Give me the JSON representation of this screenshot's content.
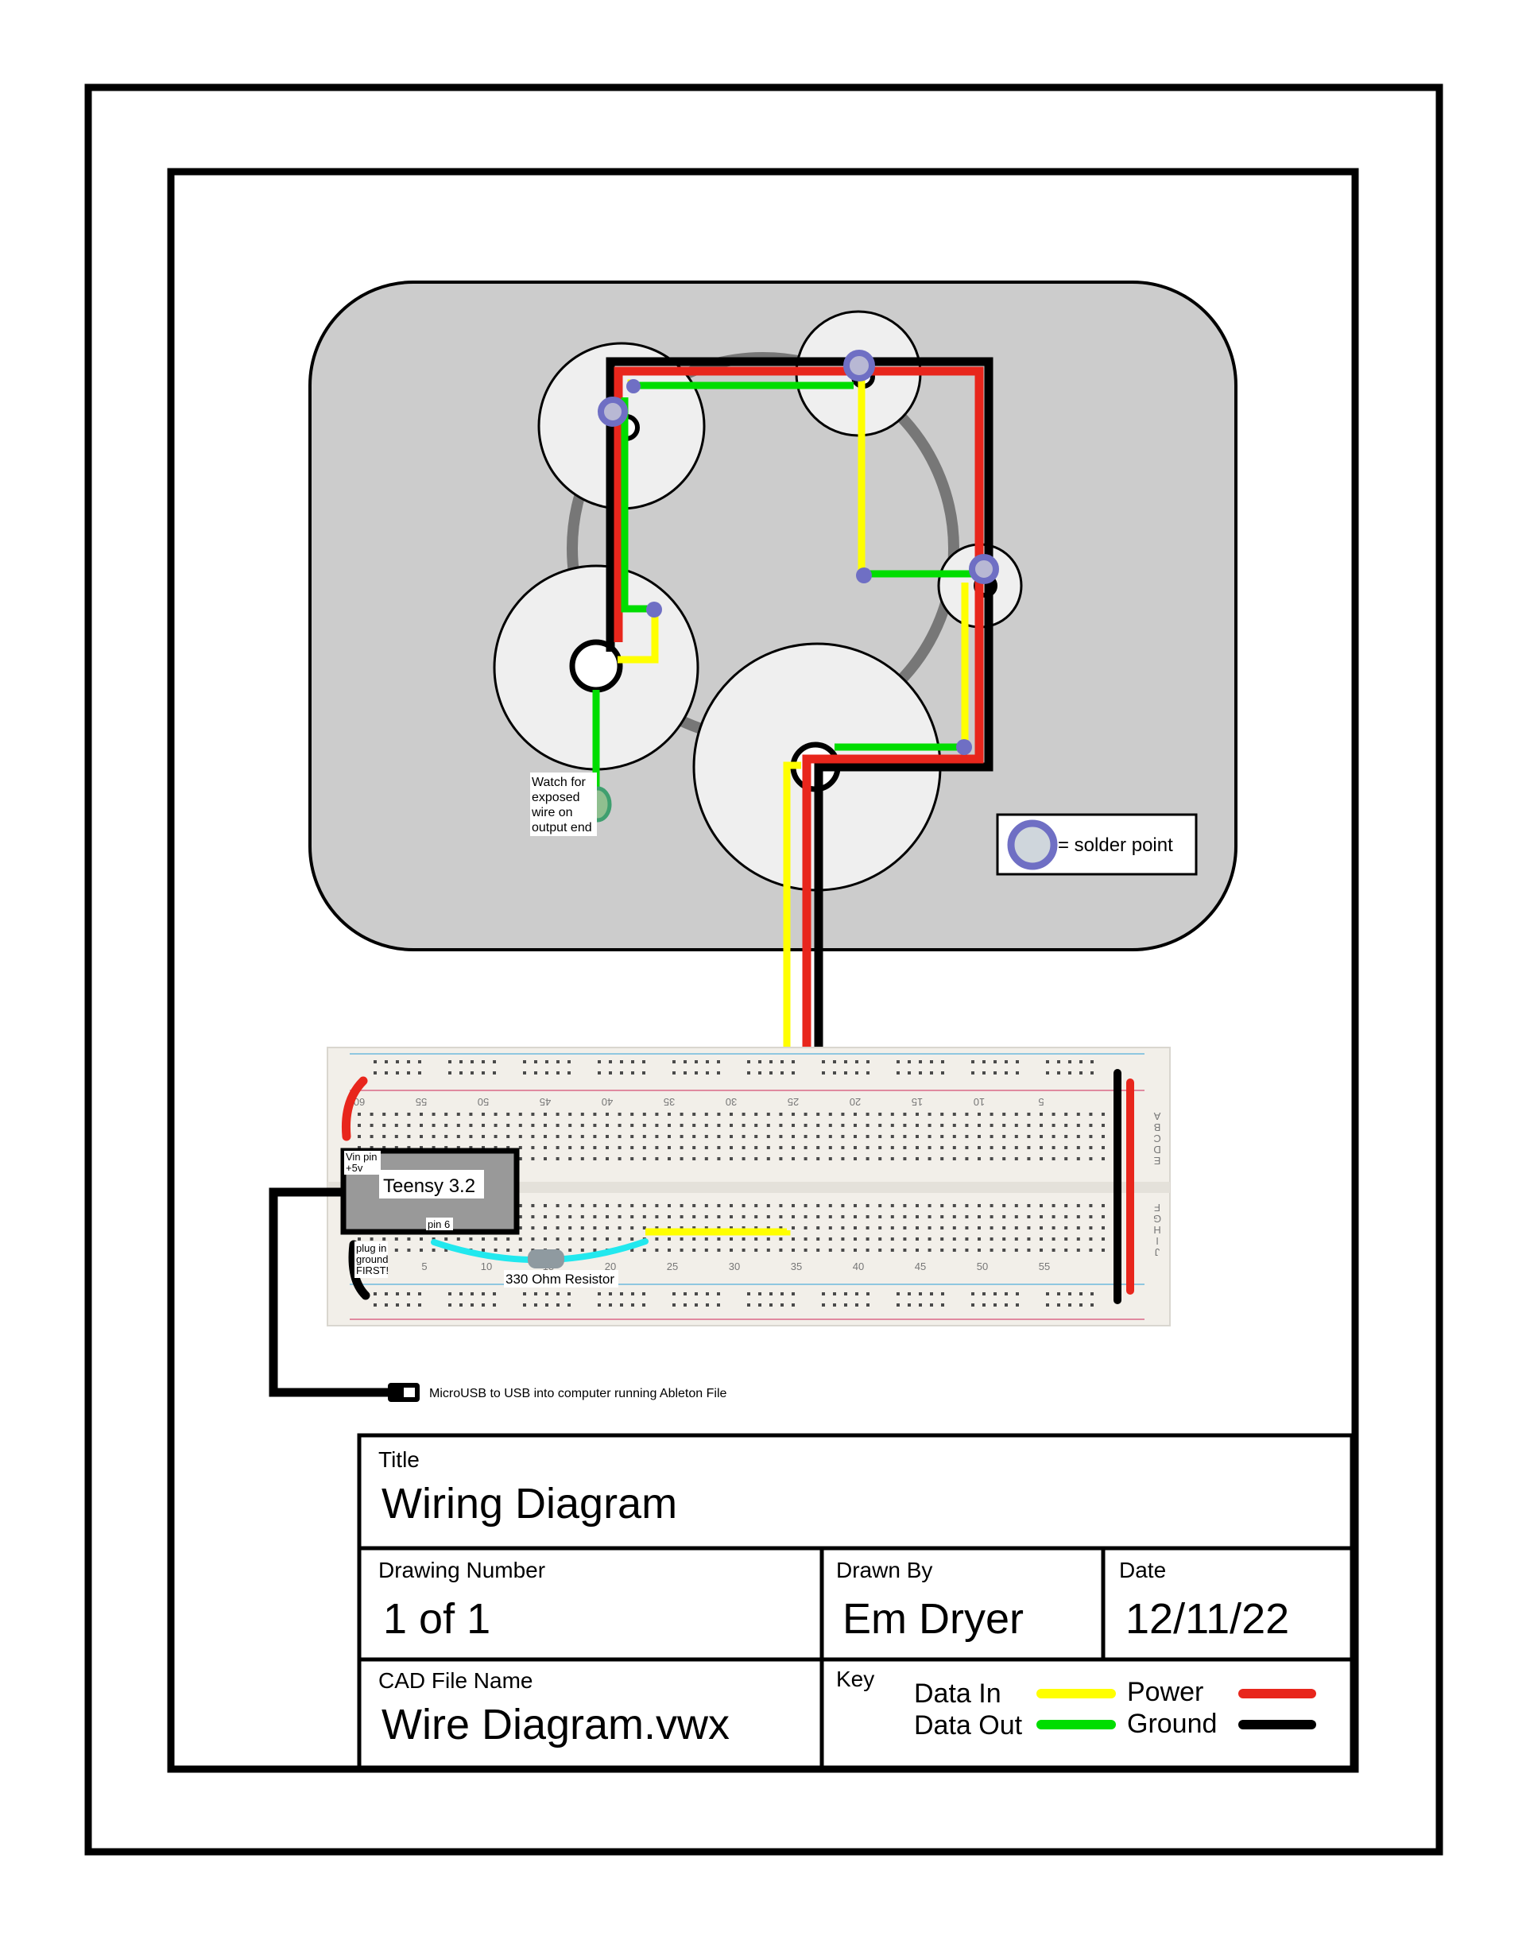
{
  "diagram": {
    "labels": {
      "exposed_wire_note": [
        "Watch for",
        "exposed",
        "wire on",
        "output end"
      ],
      "solder_legend": "= solder point",
      "teensy": "Teensy 3.2",
      "vin_pin": [
        "Vin pin",
        "+5v"
      ],
      "pin6": "pin 6",
      "ground_note": [
        "plug in",
        "ground",
        "FIRST!"
      ],
      "resistor": "330 Ohm Resistor",
      "usb_note": "MicroUSB to USB into computer running Ableton File"
    },
    "breadboard_numbers": {
      "top": [
        "60",
        "55",
        "50",
        "45",
        "40",
        "35",
        "30",
        "25",
        "20",
        "15",
        "10",
        "5"
      ],
      "bottom": [
        "5",
        "10",
        "15",
        "20",
        "25",
        "30",
        "35",
        "40",
        "45",
        "50",
        "55"
      ],
      "letters_right": [
        "A",
        "B",
        "C",
        "D",
        "E",
        "F",
        "G",
        "H",
        "I",
        "J"
      ]
    }
  },
  "title_block": {
    "title_label": "Title",
    "title_value": "Wiring Diagram",
    "drawing_number_label": "Drawing Number",
    "drawing_number_value": "1 of 1",
    "drawn_by_label": "Drawn By",
    "drawn_by_value": "Em Dryer",
    "date_label": "Date",
    "date_value": "12/11/22",
    "cad_file_label": "CAD File Name",
    "cad_file_value": "Wire Diagram.vwx",
    "key_label": "Key",
    "key_items": [
      "Data In",
      "Data Out",
      "Power",
      "Ground"
    ]
  },
  "colors": {
    "data_in": "#ffff00",
    "data_out": "#00dd00",
    "power": "#e8261c",
    "ground": "#000000",
    "solder_ring": "#6f6fc4",
    "resistor_wire": "#22e8ee",
    "panel": "#cccccc"
  }
}
